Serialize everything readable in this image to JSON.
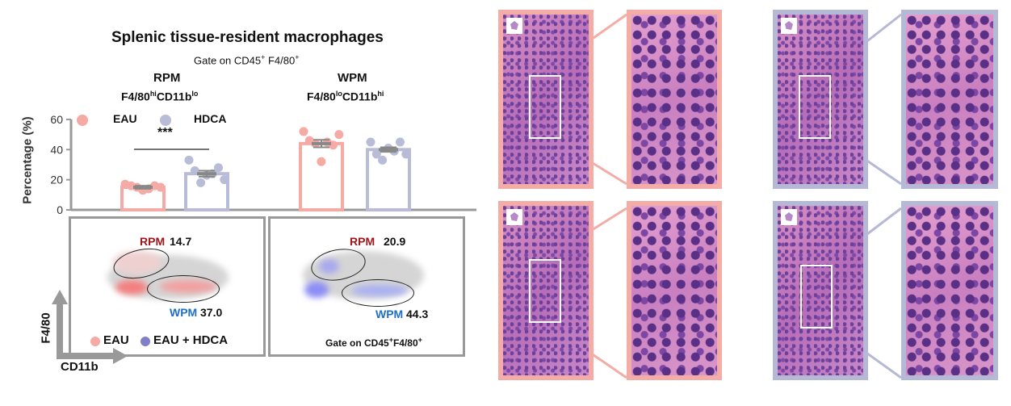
{
  "chart_data": {
    "type": "bar",
    "title": "Splenic tissue-resident macrophages",
    "subtitle": "Gate on CD45+ F4/80+",
    "subtitle_parts": {
      "a": "Gate on CD45",
      "b": "+",
      "c": " F4/80",
      "d": "+"
    },
    "ylabel": "Percentage (%)",
    "ylim": [
      0,
      60
    ],
    "yticks": [
      "0",
      "20",
      "40",
      "60"
    ],
    "groups": [
      {
        "name": "RPM",
        "sub": {
          "a": "F4/80",
          "b": "hi",
          "c": "CD11b",
          "d": "lo"
        }
      },
      {
        "name": "WPM",
        "sub": {
          "a": "F4/80",
          "b": "lo",
          "c": "CD11b",
          "d": "hi"
        }
      }
    ],
    "legend": [
      "EAU",
      "HDCA"
    ],
    "colors": {
      "EAU": "#f5aaa5",
      "HDCA": "#b8bcd6"
    },
    "significance": "***",
    "series": [
      {
        "name": "EAU",
        "means": [
          15,
          44
        ],
        "sem": [
          1,
          2.5
        ],
        "points": [
          [
            17,
            16,
            15,
            13,
            14,
            16,
            15
          ],
          [
            52,
            46,
            44,
            32,
            45,
            43,
            50
          ]
        ]
      },
      {
        "name": "HDCA",
        "means": [
          24,
          40
        ],
        "sem": [
          2,
          1.5
        ],
        "points": [
          [
            33,
            26,
            18,
            23,
            24,
            28,
            20
          ],
          [
            45,
            37,
            33,
            41,
            39,
            45,
            37
          ]
        ]
      }
    ]
  },
  "flow": {
    "left": {
      "rpm_label": "RPM",
      "rpm_value": "14.7",
      "wpm_label": "WPM",
      "wpm_value": "37.0"
    },
    "right": {
      "rpm_label": "RPM",
      "rpm_value": "20.9",
      "wpm_label": "WPM",
      "wpm_value": "44.3",
      "gate_a": "Gate on CD45",
      "gate_b": "+",
      "gate_c": "F4/80",
      "gate_d": "+"
    },
    "legend": [
      "EAU",
      "EAU + HDCA"
    ],
    "xaxis": "CD11b",
    "yaxis": "F4/80"
  }
}
